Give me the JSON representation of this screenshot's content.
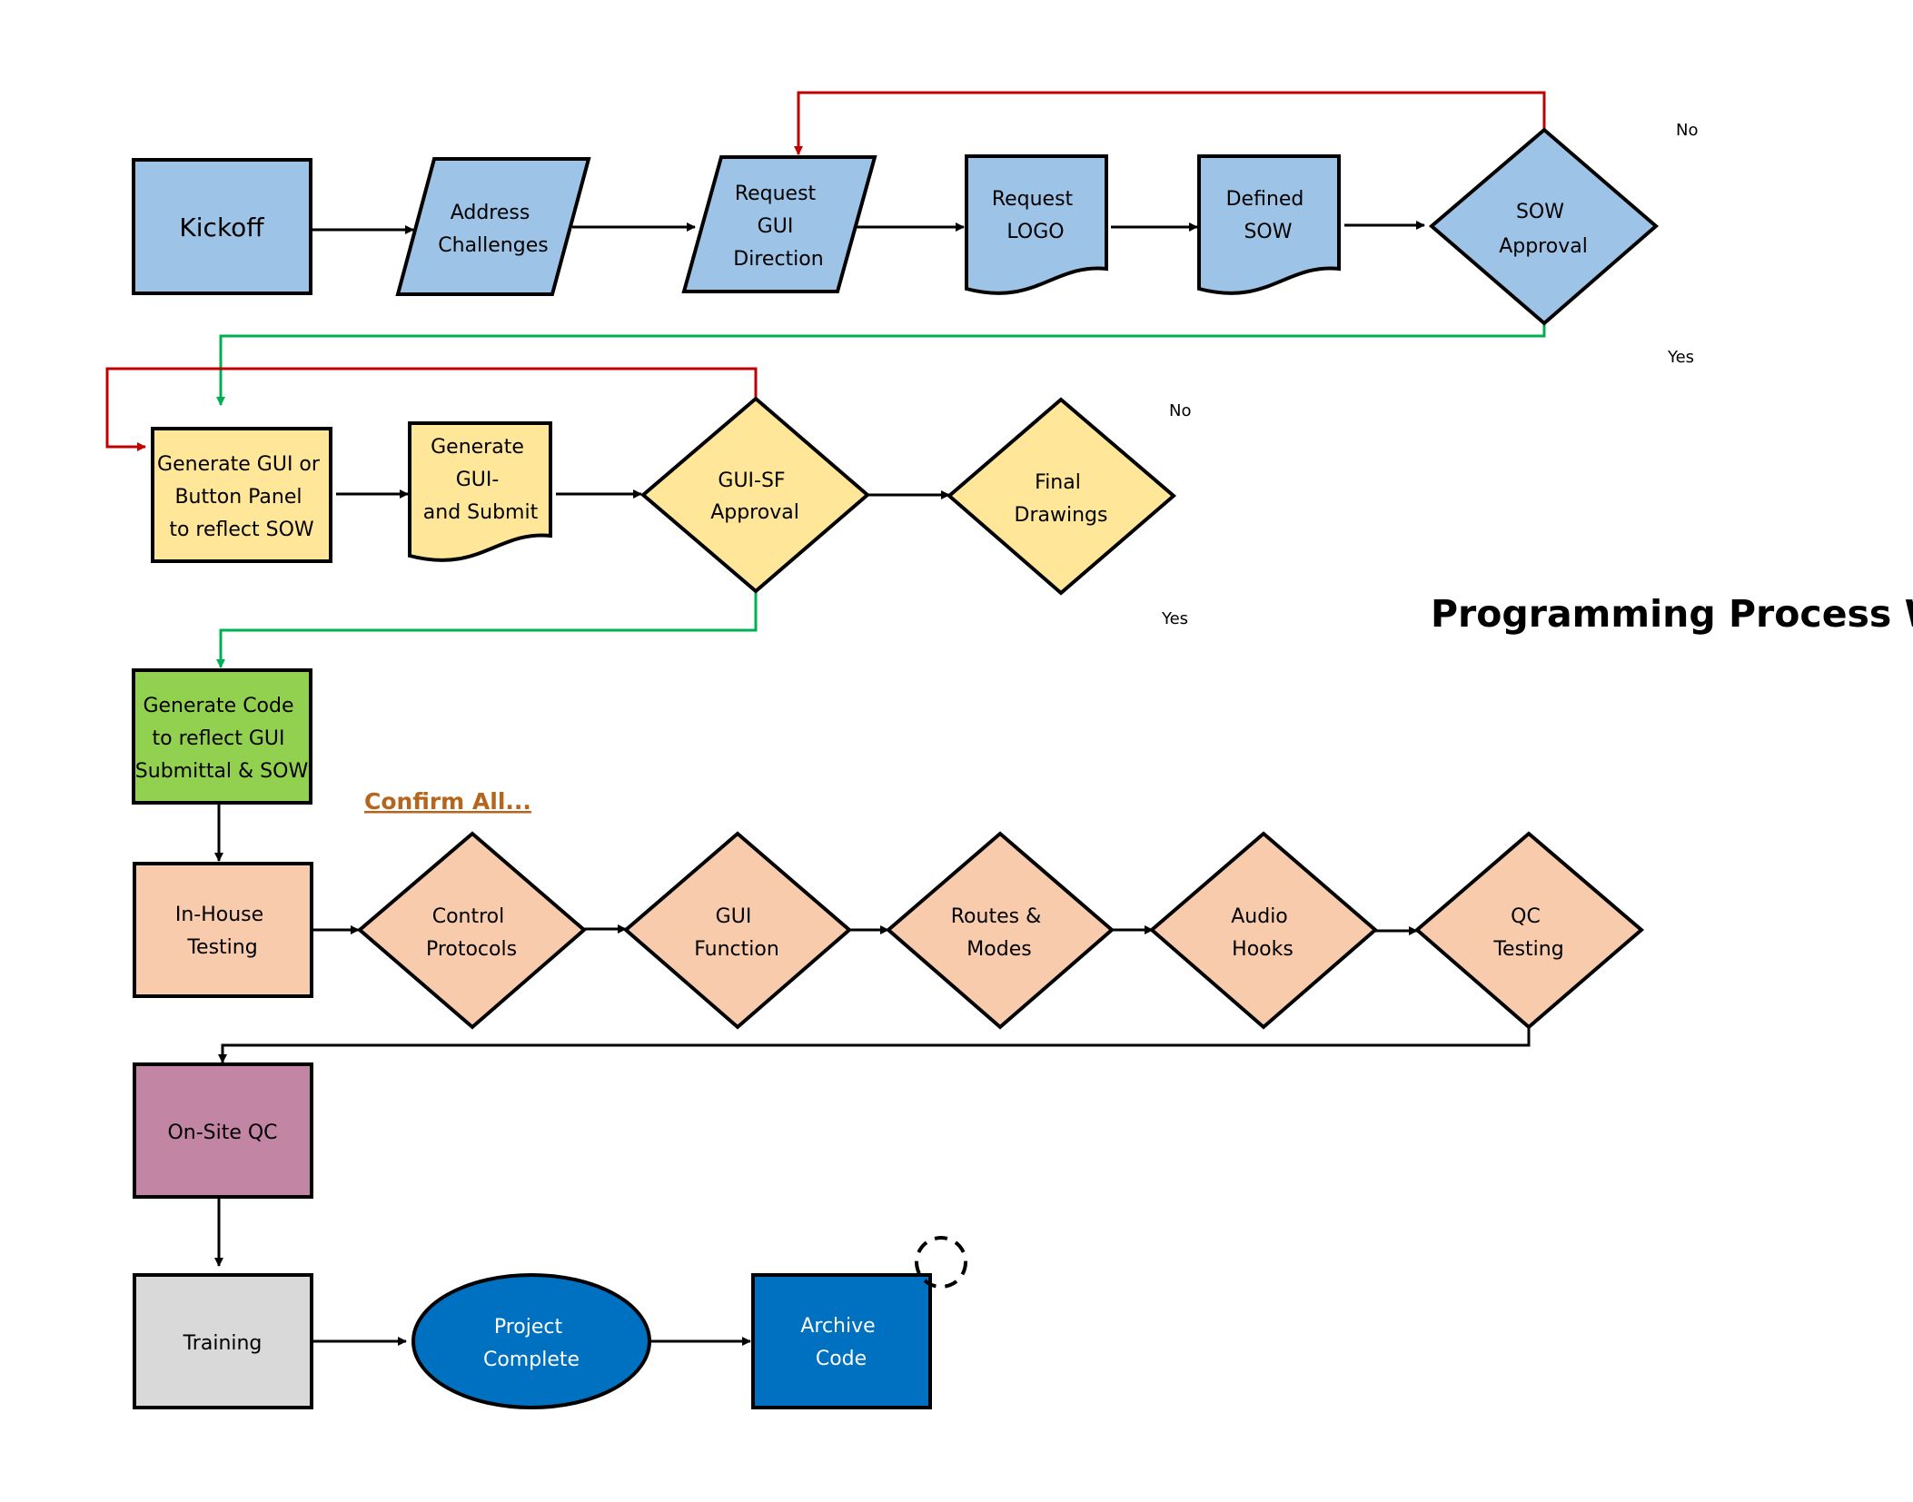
{
  "diagram": {
    "title": "Programming Process Workf",
    "subtitle": "Confirm All...",
    "colors": {
      "blue": "#9dc3e6",
      "yellow": "#ffe699",
      "green": "#92d050",
      "peach": "#f8cbad",
      "mauve": "#c285a4",
      "gray": "#d9d9d9",
      "dark_blue": "#0070c0",
      "red_line": "#c00000",
      "green_line": "#00b050",
      "subtitle": "#b5651d"
    },
    "nodes": {
      "kickoff": "Kickoff",
      "address_challenges": [
        "Address",
        "Challenges"
      ],
      "request_gui_direction": [
        "Request",
        "GUI",
        "Direction"
      ],
      "request_logo": [
        "Request",
        "LOGO"
      ],
      "defined_sow": [
        "Defined",
        "SOW"
      ],
      "sow_approval": [
        "SOW",
        "Approval"
      ],
      "generate_gui": [
        "Generate GUI or",
        "Button Panel",
        "to reflect SOW"
      ],
      "generate_gui_submit": [
        "Generate",
        "GUI-",
        "and Submit"
      ],
      "gui_sf_approval": [
        "GUI-SF",
        "Approval"
      ],
      "final_drawings": [
        "Final",
        "Drawings"
      ],
      "generate_code": [
        "Generate Code",
        "to reflect GUI",
        "Submittal & SOW"
      ],
      "in_house_testing": [
        "In-House",
        "Testing"
      ],
      "control_protocols": [
        "Control",
        "Protocols"
      ],
      "gui_function": [
        "GUI",
        "Function"
      ],
      "routes_modes": [
        "Routes &",
        "Modes"
      ],
      "audio_hooks": [
        "Audio",
        "Hooks"
      ],
      "qc_testing": [
        "QC",
        "Testing"
      ],
      "on_site_qc": "On-Site QC",
      "training": "Training",
      "project_complete": [
        "Project",
        "Complete"
      ],
      "archive_code": [
        "Archive",
        "Code"
      ]
    },
    "edge_labels": {
      "sow_no": "No",
      "sow_yes": "Yes",
      "gui_sf_no": "No",
      "gui_sf_yes": "Yes"
    }
  }
}
